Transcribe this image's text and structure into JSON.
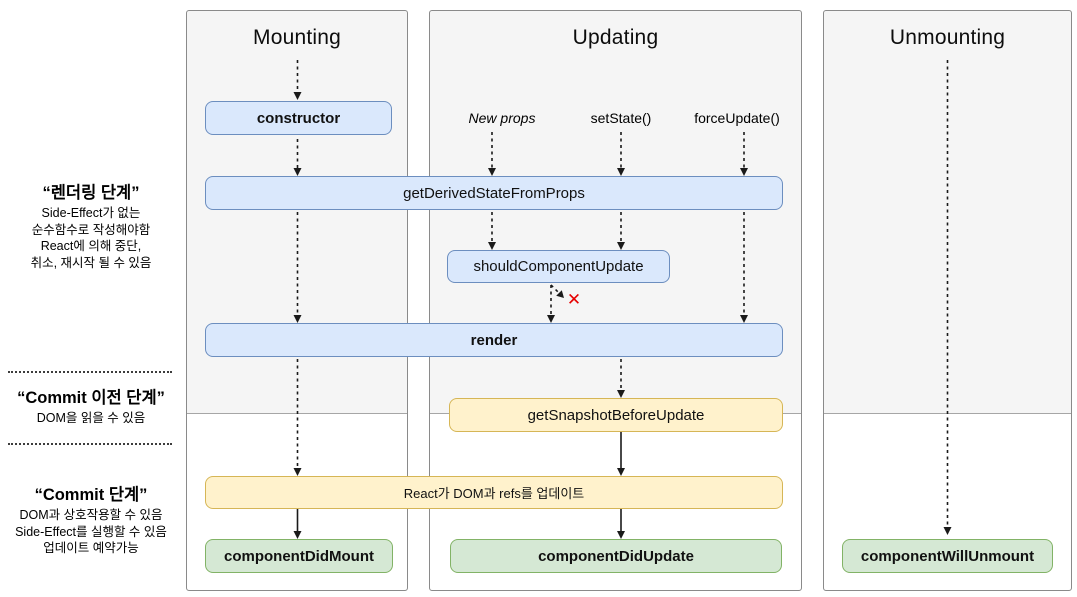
{
  "diagram": {
    "columns": {
      "mounting": {
        "title": "Mounting"
      },
      "updating": {
        "title": "Updating",
        "triggers": [
          "New props",
          "setState()",
          "forceUpdate()"
        ]
      },
      "unmounting": {
        "title": "Unmounting"
      }
    },
    "phases": {
      "render": {
        "title": "“렌더링 단계”",
        "lines": [
          "Side-Effect가 없는",
          "순수함수로 작성해야함",
          "React에 의해 중단,",
          "취소, 재시작 될 수 있음"
        ]
      },
      "pre_commit": {
        "title": "“Commit 이전 단계”",
        "lines": [
          "DOM을 읽을 수 있음"
        ]
      },
      "commit": {
        "title": "“Commit 단계”",
        "lines": [
          "DOM과 상호작용할 수 있음",
          "Side-Effect를 실행할 수 있음",
          "업데이트 예약가능"
        ]
      }
    },
    "methods": {
      "constructor": "constructor",
      "get_derived_state_from_props": "getDerivedStateFromProps",
      "should_component_update": "shouldComponentUpdate",
      "render": "render",
      "get_snapshot_before_update": "getSnapshotBeforeUpdate",
      "react_updates_dom": "React가 DOM과 refs를 업데이트",
      "component_did_mount": "componentDidMount",
      "component_did_update": "componentDidUpdate",
      "component_will_unmount": "componentWillUnmount"
    },
    "marks": {
      "cancel": "✕"
    },
    "colors": {
      "blue_fill": "#dae8fc",
      "blue_border": "#6c8ebf",
      "yellow_fill": "#fff2cc",
      "yellow_border": "#d6b656",
      "green_fill": "#d5e8d4",
      "green_border": "#82b366",
      "panel_fill": "#f5f5f5",
      "panel_border": "#8a8a8a",
      "cancel_red": "#e60000"
    }
  }
}
